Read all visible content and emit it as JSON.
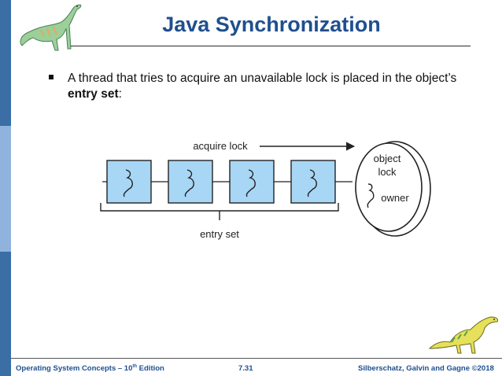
{
  "slide": {
    "title": "Java Synchronization",
    "bullet": {
      "text_before": "A thread that tries to acquire an unavailable lock is placed in the object’s ",
      "bold": "entry set",
      "text_after": ":"
    }
  },
  "diagram": {
    "acquire_label": "acquire lock",
    "entry_set_label": "entry set",
    "lock_line1": "object",
    "lock_line2": "lock",
    "owner_label": "owner",
    "thread_count": 4
  },
  "footer": {
    "left_prefix": "Operating System Concepts – 10",
    "left_sup": "th",
    "left_suffix": " Edition",
    "page": "7.31",
    "right": "Silberschatz, Galvin and Gagne ©2018"
  },
  "colors": {
    "title": "#1f4f8f",
    "box_fill": "#a8d6f5",
    "sidebar": "#3a6ea5",
    "sidebar_light": "#8fb3dc"
  },
  "icons": {
    "top_logo": "dinosaur-icon",
    "bottom_logo": "dinosaur-icon",
    "thread": "squiggle-icon"
  }
}
